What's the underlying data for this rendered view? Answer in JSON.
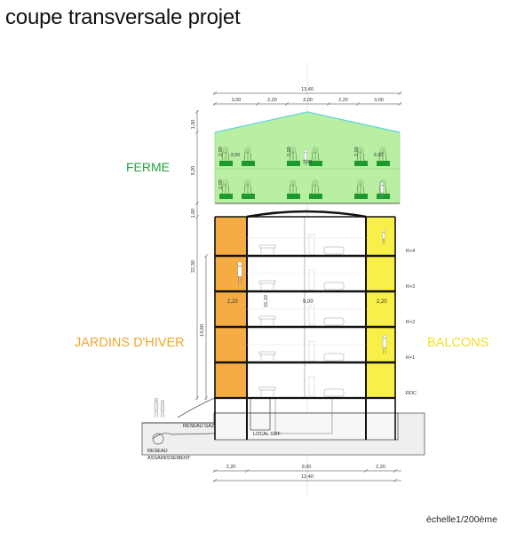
{
  "title": "coupe transversale projet",
  "scale": "échelle1/200ème",
  "zones": {
    "ferme": "FERME",
    "jardins": "JARDINS D'HIVER",
    "balcons": "BALCONS"
  },
  "colors": {
    "ferme_fill": "#b9efa2",
    "ferme_roof": "#5fd3e0",
    "jardins_fill": "#f5ad43",
    "balcons_fill": "#f8f048",
    "planter": "#1d9a2e"
  },
  "dims_top": {
    "total": "13,40",
    "segments": [
      "3,00",
      "2,20",
      "3,00",
      "2,20",
      "3,00"
    ]
  },
  "dims_bottom": {
    "segments": [
      "2,20",
      "9,00",
      "2,20"
    ],
    "total": "13,40"
  },
  "dims_left": [
    "1,50",
    "5,20",
    "1,00",
    "22,30",
    "14,60"
  ],
  "ferme_dims": [
    "3,00",
    "7,00",
    "3,00",
    "2,00",
    "2,00",
    "2,00",
    "2,00"
  ],
  "section_dims": {
    "jardin_width": "2,20",
    "core_width": "9,00",
    "balcon_width": "2,20",
    "core_height": "15,10"
  },
  "levels": [
    "R+4",
    "R+3",
    "R+2",
    "R+1",
    "RDC"
  ],
  "basement": {
    "gaz": "RESEAU GAZ",
    "local": "LOCAL GDF",
    "assainissement": [
      "RESEAU",
      "ASSAINISSEMENT"
    ]
  }
}
